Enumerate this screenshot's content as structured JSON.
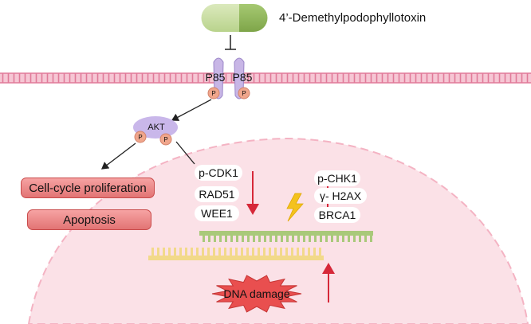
{
  "drug": {
    "name": "4’-Demethylpodophyllotoxin",
    "pill_colors": [
      "#c7dca0",
      "#8fb55a"
    ]
  },
  "receptors": [
    {
      "label": "P85",
      "phospho": "P"
    },
    {
      "label": "P85",
      "phospho": "P"
    }
  ],
  "akt": {
    "label": "AKT",
    "phospho": [
      "P",
      "P"
    ]
  },
  "outcomes": {
    "proliferation": "Cell-cycle proliferation",
    "apoptosis": "Apoptosis"
  },
  "down_markers": [
    "p-CDK1",
    "RAD51",
    "WEE1"
  ],
  "up_markers": [
    "p-CHK1",
    "γ- H2AX",
    "BRCA1"
  ],
  "dna_damage": "DNA damage",
  "colors": {
    "membrane": "#e58aa5",
    "nucleus": "#fbe0e6",
    "arrow_red": "#d62839",
    "dna_green": "#a9c97a",
    "dna_yellow": "#f2d98a",
    "outcome_fill": "#ec8a8a"
  }
}
